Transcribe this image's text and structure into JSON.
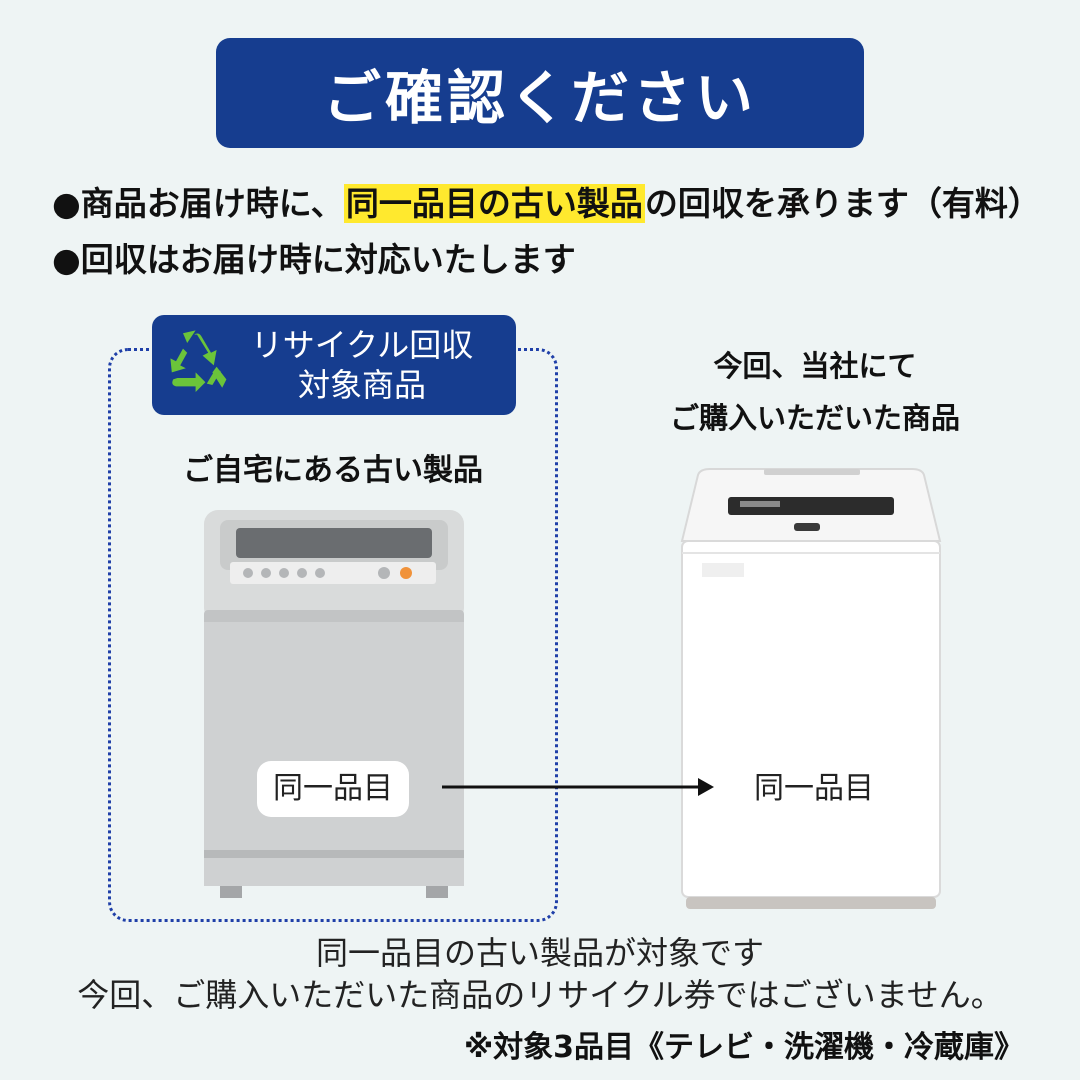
{
  "header": {
    "title": "ご確認ください"
  },
  "notices": {
    "line1_pre": "●商品お届け時に、",
    "line1_highlight": "同一品目の古い製品",
    "line1_post": "の回収を承ります（有料）",
    "line2": "●回収はお届け時に対応いたします"
  },
  "recycle_badge": {
    "icon": "recycle-icon",
    "line1": "リサイクル回収",
    "line2": "対象商品"
  },
  "old_product": {
    "caption": "ご自宅にある古い製品",
    "label": "同一品目"
  },
  "new_product": {
    "caption_line1": "今回、当社にて",
    "caption_line2": "ご購入いただいた商品",
    "label": "同一品目"
  },
  "footer": {
    "line1": "同一品目の古い製品が対象です",
    "line2": "今回、ご購入いただいた商品のリサイクル券ではございません。",
    "note": "※対象3品目《テレビ・洗濯機・冷蔵庫》"
  },
  "colors": {
    "brand_navy": "#163d8f",
    "highlight_yellow": "#ffe92e",
    "recycle_green": "#6bc43a"
  }
}
